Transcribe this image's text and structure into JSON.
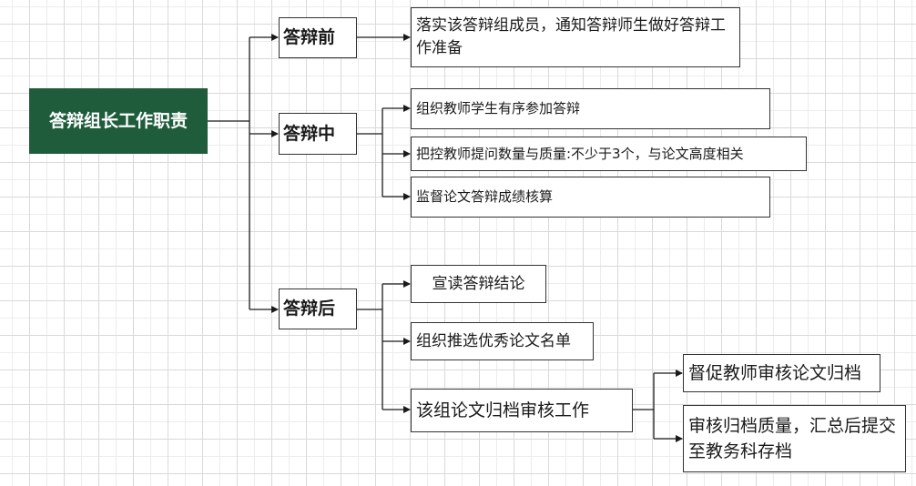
{
  "diagram": {
    "type": "mind-map",
    "colors": {
      "root_fill": "#1e5c3c",
      "root_text": "#ffffff",
      "node_border": "#333333",
      "line": "#1a1a1a"
    },
    "root": {
      "label": "答辩组长工作职责"
    },
    "phases": [
      {
        "label": "答辩前",
        "tasks": [
          {
            "label": "落实该答辩组成员，通知答辩师生做好答辩工作准备"
          }
        ]
      },
      {
        "label": "答辩中",
        "tasks": [
          {
            "label": "组织教师学生有序参加答辩"
          },
          {
            "label": "把控教师提问数量与质量:不少于3个，与论文高度相关"
          },
          {
            "label": "监督论文答辩成绩核算"
          }
        ]
      },
      {
        "label": "答辩后",
        "tasks": [
          {
            "label": "宣读答辩结论"
          },
          {
            "label": "组织推选优秀论文名单"
          },
          {
            "label": "该组论文归档审核工作",
            "subtasks": [
              {
                "label": "督促教师审核论文归档"
              },
              {
                "label": "审核归档质量，汇总后提交至教务科存档"
              }
            ]
          }
        ]
      }
    ]
  }
}
